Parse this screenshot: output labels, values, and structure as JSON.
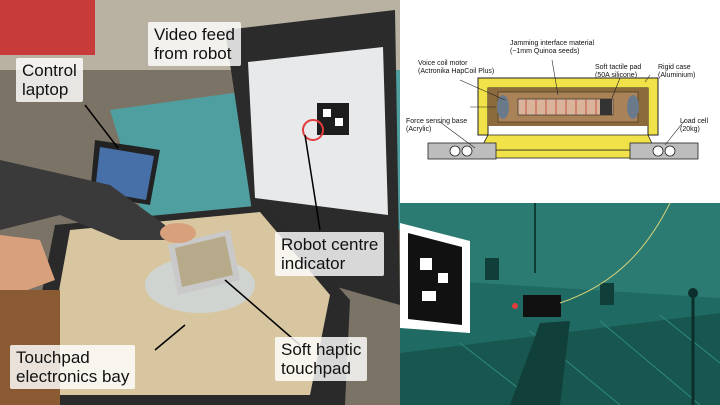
{
  "photo_labels": {
    "video_feed": "Video feed\nfrom robot",
    "control_laptop": "Control\nlaptop",
    "robot_centre": "Robot centre\nindicator",
    "touchpad_bay": "Touchpad\nelectronics bay",
    "haptic_touchpad": "Soft haptic\ntouchpad"
  },
  "diagram_labels": {
    "jamming": "Jamming interface material\n(~1mm Quinoa seeds)",
    "voice_coil": "Voice coil motor\n(Actronika HapCoil Plus)",
    "tactile_pad": "Soft tactile pad\n(50A silicone)",
    "rigid_case": "Rigid case\n(Aluminium)",
    "force_base": "Force sensing base\n(Acrylic)",
    "load_cell": "Load cell\n(20kg)"
  },
  "colors": {
    "rigid_case": "#f1e24a",
    "jamming_fill": "#8b6a3c",
    "pool_water": "#1f6b63",
    "marker_red": "#e23c3c"
  }
}
